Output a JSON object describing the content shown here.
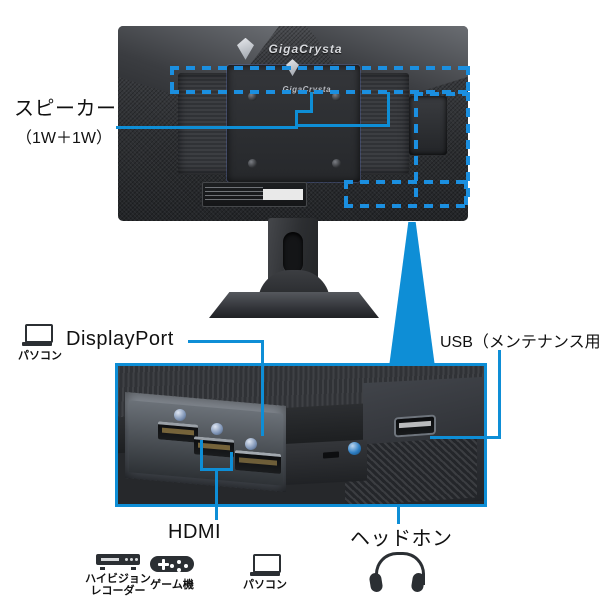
{
  "diagram": {
    "title": "GigaCrysta monitor rear ports diagram",
    "accent_color": "#0e8ed6",
    "dash_color": "#1b8fe0"
  },
  "monitor": {
    "brand_logo": "GigaCrysta",
    "center_logo": "GigaCrysta",
    "logo_emblem": "gigacrysta-diamond-icon"
  },
  "callouts": {
    "speaker": {
      "label": "スピーカー",
      "sub": "（1W＋1W）"
    },
    "displayport": {
      "label": "DisplayPort",
      "device_label": "パソコン",
      "device_icon": "laptop-icon"
    },
    "usb": {
      "label": "USB（メンテナンス用）"
    },
    "hdmi": {
      "label": "HDMI",
      "devices": [
        {
          "label": "ハイビジョン\nレコーダー",
          "line1": "ハイビジョン",
          "line2": "レコーダー",
          "icon": "recorder-icon"
        },
        {
          "label": "ゲーム機",
          "line1": "ゲーム機",
          "line2": "",
          "icon": "gamepad-icon"
        },
        {
          "label": "パソコン",
          "line1": "パソコン",
          "line2": "",
          "icon": "laptop-icon"
        }
      ]
    },
    "headphone": {
      "label": "ヘッドホン",
      "icon": "headphone-icon"
    }
  }
}
